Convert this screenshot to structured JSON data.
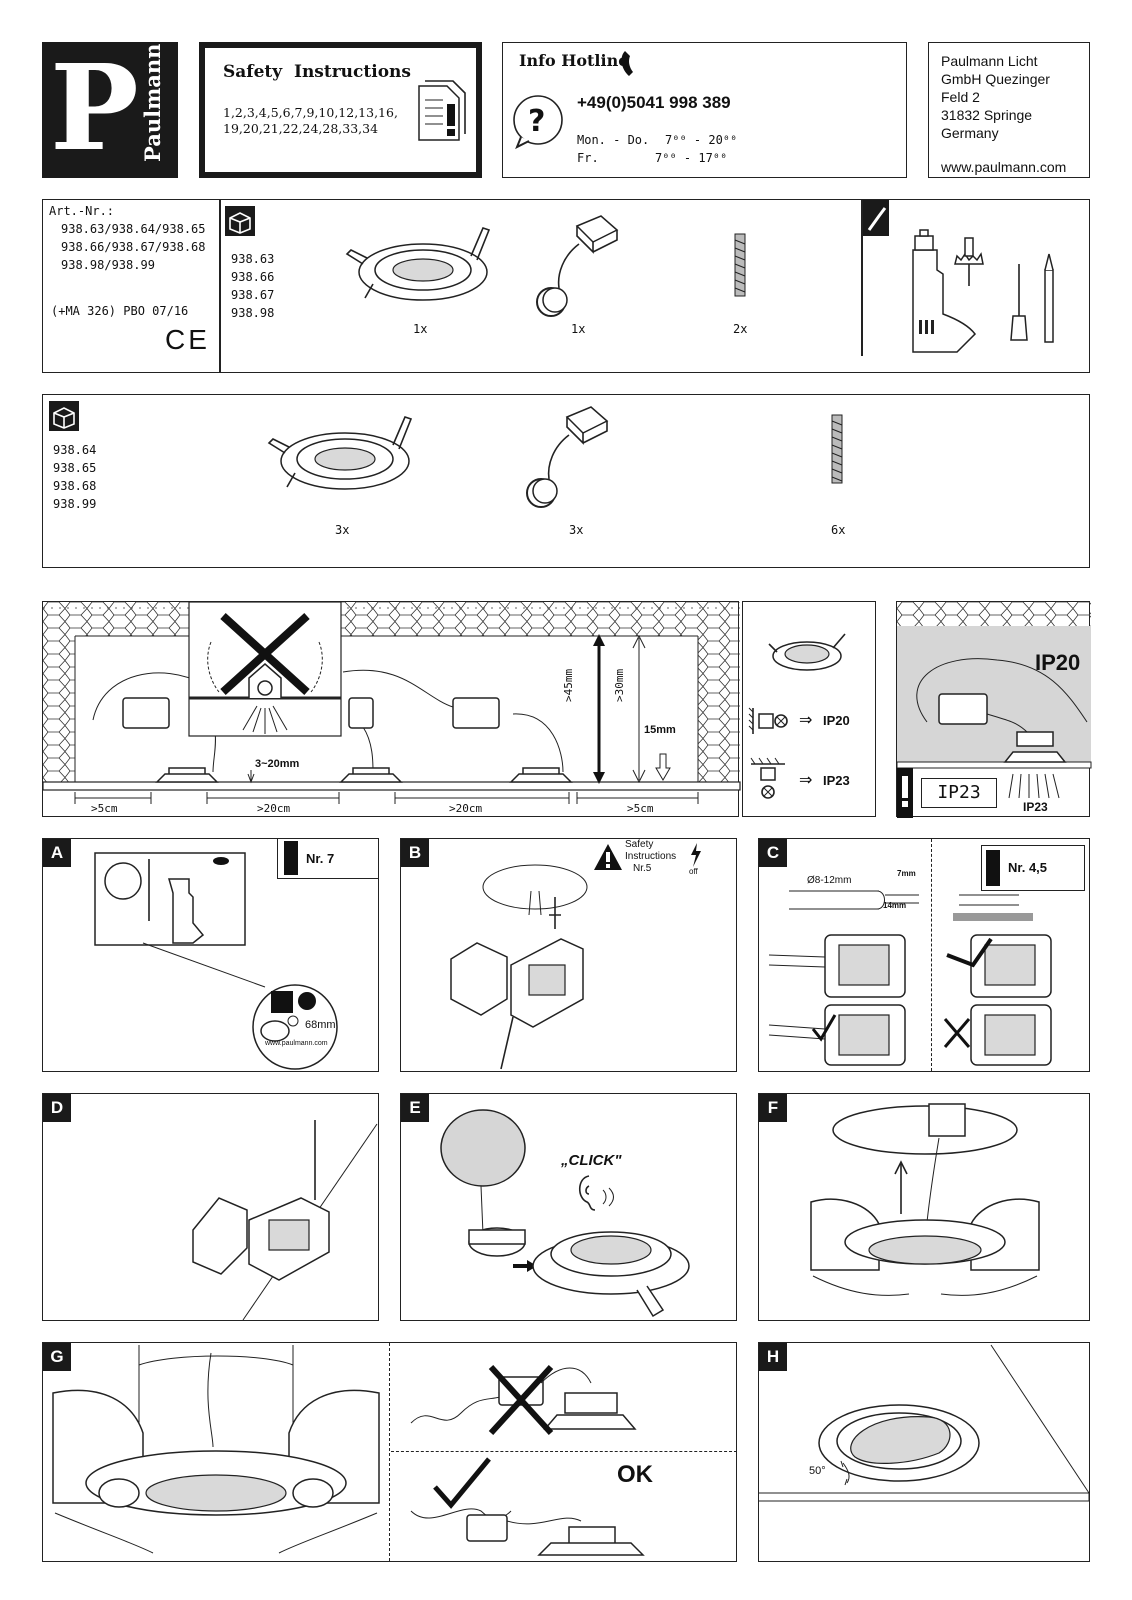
{
  "brand": {
    "letter": "P",
    "name": "Paulmann"
  },
  "safety": {
    "title": "Safety  Instructions",
    "numbers_line1": "1,2,3,4,5,6,7,9,10,12,13,16,",
    "numbers_line2": "19,20,21,22,24,28,33,34"
  },
  "hotline": {
    "title": "Info Hotline",
    "phone": "+49(0)5041 998 389",
    "days1": "Mon. - Do.",
    "hours1": "7⁰⁰ - 20⁰⁰",
    "days2": "Fr.",
    "hours2": "7⁰⁰ - 17⁰⁰"
  },
  "address": {
    "line1": "Paulmann Licht",
    "line2": "GmbH Quezinger",
    "line3": "Feld 2",
    "line4": "31832 Springe",
    "line5": "Germany",
    "web": "www.paulmann.com"
  },
  "article": {
    "label": "Art.-Nr.:",
    "line1": "938.63/938.64/938.65",
    "line2": "938.66/938.67/938.68",
    "line3": "938.98/938.99",
    "code": "(+MA 326) PBO 07/16",
    "ce": "CE"
  },
  "package1": {
    "models": [
      "938.63",
      "938.66",
      "938.67",
      "938.98"
    ],
    "qty_luminaire": "1x",
    "qty_driver": "1x",
    "qty_spring": "2x"
  },
  "package2": {
    "models": [
      "938.64",
      "938.65",
      "938.68",
      "938.99"
    ],
    "qty_luminaire": "3x",
    "qty_driver": "3x",
    "qty_spring": "6x"
  },
  "install": {
    "dim_45": ">45mm",
    "dim_30": ">30mm",
    "dim_15": "15mm",
    "dim_3_20": "3~20mm",
    "dist_5a": ">5cm",
    "dist_20a": ">20cm",
    "dist_20b": ">20cm",
    "dist_5b": ">5cm",
    "ip20": "IP20",
    "ip23": "IP23",
    "ip20_big": "IP20",
    "ip23_box": "IP23",
    "ip23_small": "IP23"
  },
  "steps": {
    "A": {
      "label": "A",
      "note": "Nr. 7",
      "size": "68mm",
      "web": "www.paulmann.com"
    },
    "B": {
      "label": "B",
      "safety_line1": "Safety",
      "safety_line2": "Instructions",
      "safety_line3": "Nr.5",
      "off": "off"
    },
    "C": {
      "label": "C",
      "note": "Nr. 4,5",
      "cable": "Ø8-12mm",
      "strip1": "7mm",
      "strip2": "14mm"
    },
    "D": {
      "label": "D"
    },
    "E": {
      "label": "E",
      "click": "„CLICK\""
    },
    "F": {
      "label": "F"
    },
    "G": {
      "label": "G",
      "ok": "OK"
    },
    "H": {
      "label": "H",
      "angle": "50°"
    }
  }
}
